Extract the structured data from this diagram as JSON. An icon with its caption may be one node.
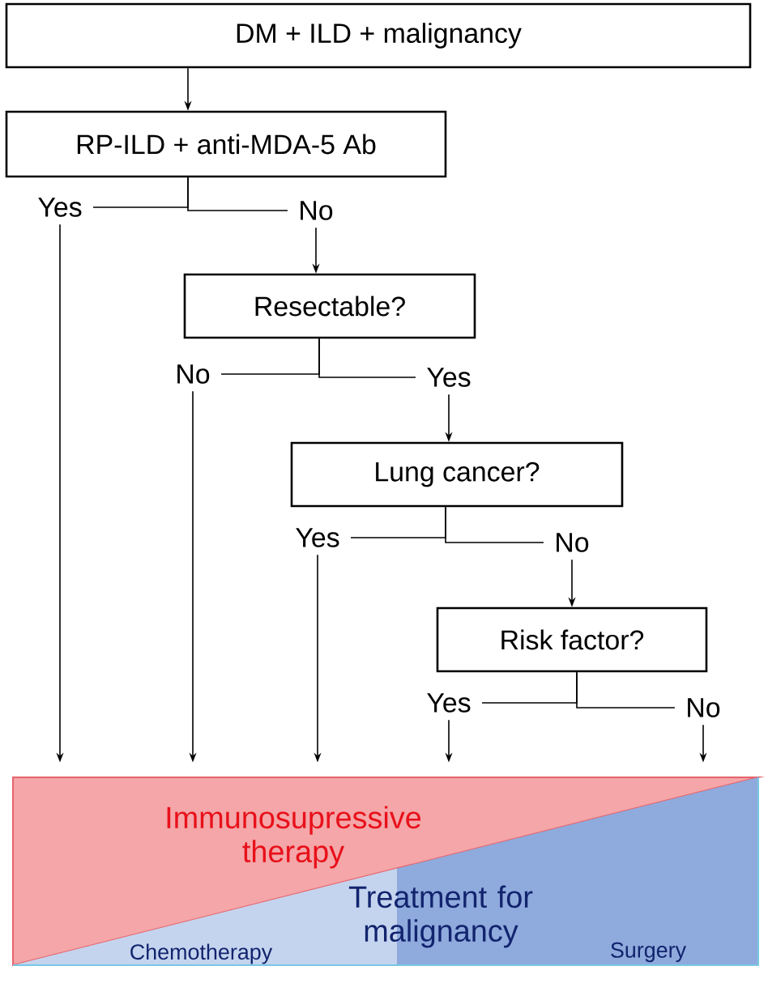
{
  "diagram": {
    "nodes": [
      {
        "text": [
          "DM + ILD + malignancy"
        ]
      },
      {
        "text": [
          "RP-ILD + anti-MDA-5 Ab"
        ]
      },
      {
        "text": [
          "Yes"
        ]
      },
      {
        "text": [
          "No"
        ]
      },
      {
        "text": [
          "Resectable?"
        ]
      },
      {
        "text": [
          "No"
        ]
      },
      {
        "text": [
          "Yes"
        ]
      },
      {
        "text": [
          "Lung cancer?"
        ]
      },
      {
        "text": [
          "Yes"
        ]
      },
      {
        "text": [
          "No"
        ]
      },
      {
        "text": [
          "Risk factor?"
        ]
      },
      {
        "text": [
          "Yes"
        ]
      },
      {
        "text": [
          "No"
        ]
      },
      {
        "text": [
          "Immunosupressive therapy"
        ]
      },
      {
        "text": [
          "Treatment for malignancy",
          "Chemotherapy",
          "Surgery"
        ]
      }
    ],
    "edges": [
      {
        "from": 0,
        "to": 1,
        "arrow": "to"
      },
      {
        "from": 1,
        "to": 2,
        "arrow": "none"
      },
      {
        "from": 1,
        "to": 3,
        "arrow": "none"
      },
      {
        "from": 3,
        "to": 4,
        "arrow": "to"
      },
      {
        "from": 4,
        "to": 5,
        "arrow": "none"
      },
      {
        "from": 4,
        "to": 6,
        "arrow": "none"
      },
      {
        "from": 6,
        "to": 7,
        "arrow": "to"
      },
      {
        "from": 7,
        "to": 8,
        "arrow": "none"
      },
      {
        "from": 7,
        "to": 9,
        "arrow": "none"
      },
      {
        "from": 9,
        "to": 10,
        "arrow": "to"
      },
      {
        "from": 10,
        "to": 11,
        "arrow": "none"
      },
      {
        "from": 10,
        "to": 12,
        "arrow": "none"
      },
      {
        "from": 2,
        "to": 13,
        "arrow": "to"
      },
      {
        "from": 5,
        "to": 13,
        "arrow": "to"
      },
      {
        "from": 8,
        "to": 13,
        "arrow": "to"
      },
      {
        "from": 11,
        "to": 13,
        "arrow": "to"
      },
      {
        "from": 12,
        "to": 13,
        "arrow": "to"
      }
    ]
  }
}
